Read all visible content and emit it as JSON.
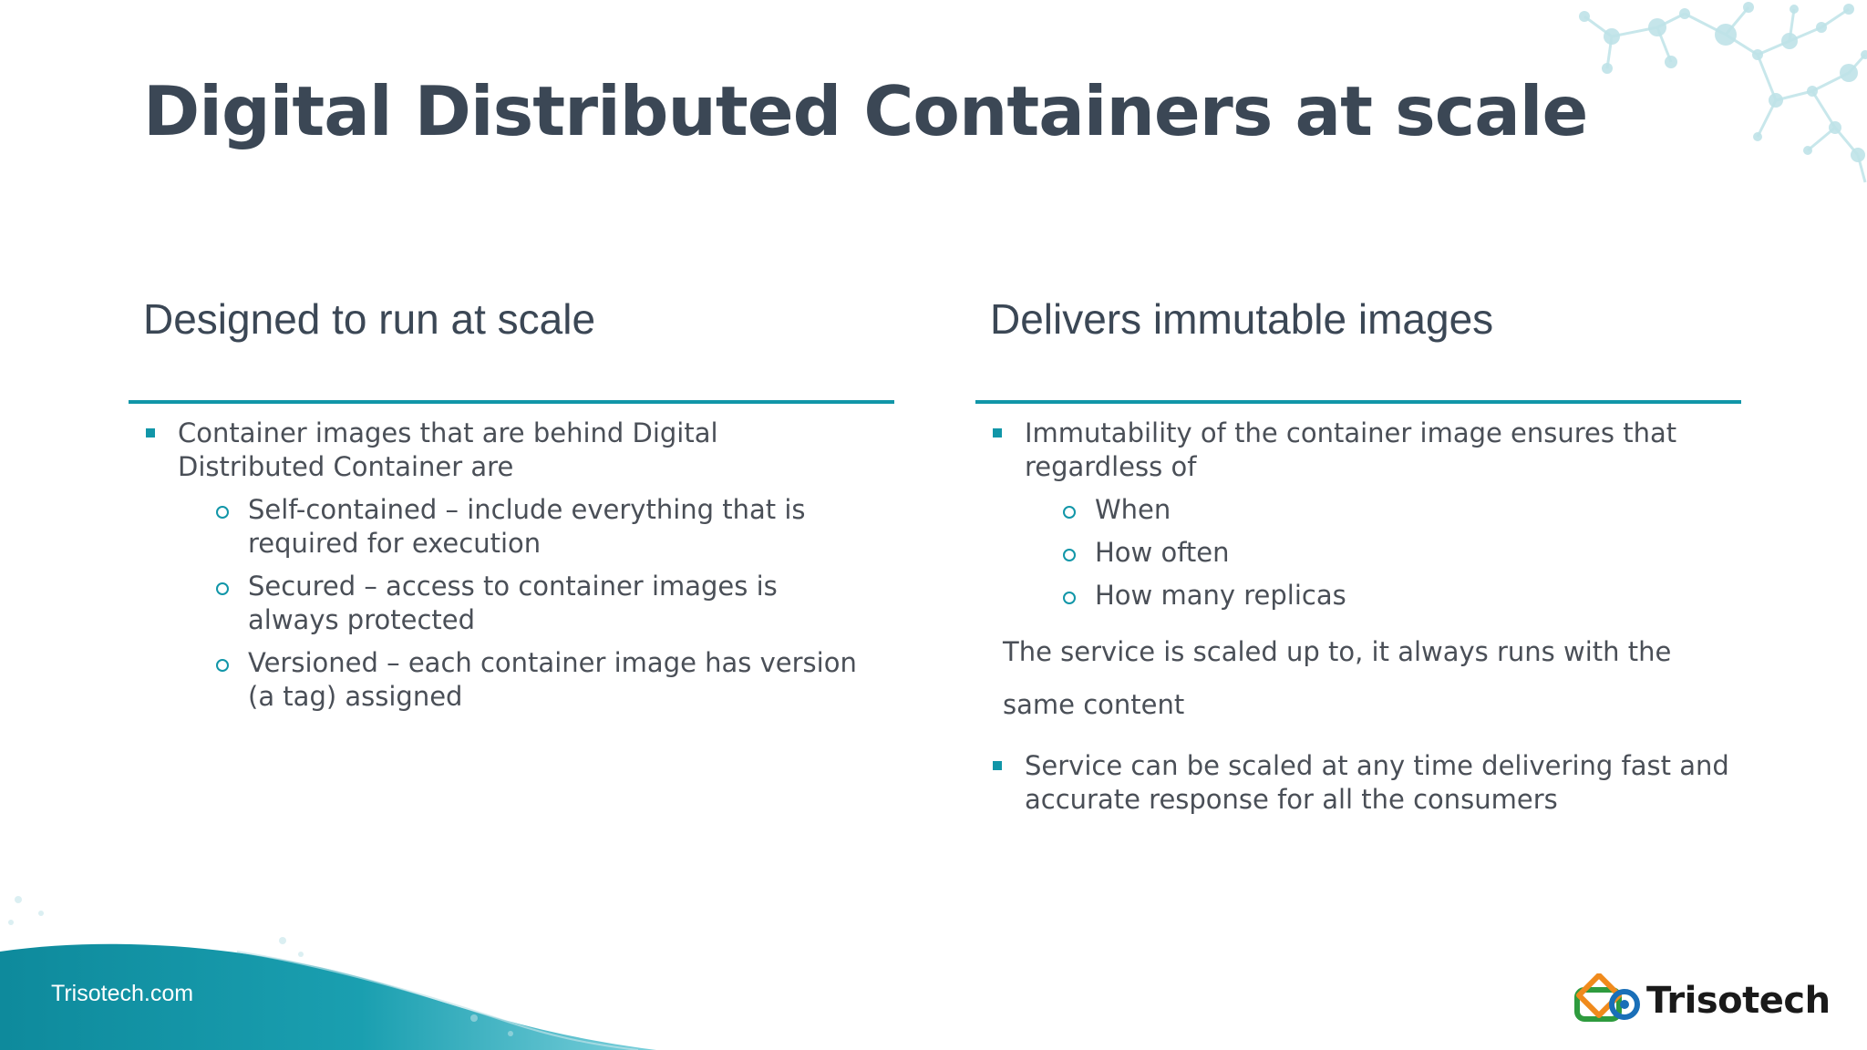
{
  "slide": {
    "title": "Digital Distributed Containers at scale",
    "footer_link": "Trisotech.com",
    "logo_text": "Trisotech",
    "accent_color": "#1196a8",
    "title_color": "#3b4755"
  },
  "left_column": {
    "heading": "Designed to run at scale",
    "bullets": [
      {
        "text": "Container images that are behind Digital Distributed Container are",
        "subitems": [
          "Self-contained – include everything that is required for execution",
          "Secured – access to container images is always protected",
          "Versioned – each container image has version (a tag) assigned"
        ]
      }
    ]
  },
  "right_column": {
    "heading": "Delivers immutable images",
    "bullets": [
      {
        "text": "Immutability of the container image ensures that regardless of",
        "subitems": [
          "When",
          "How often",
          "How many replicas"
        ]
      },
      {
        "text": "Service can be scaled at any time delivering fast and accurate response for all the consumers"
      }
    ],
    "paragraph": "The service is scaled up to, it always runs with the same content"
  },
  "icons": {
    "bullet_square": "square-bullet-icon",
    "bullet_circle": "circle-bullet-icon",
    "logo_mark": "trisotech-logo-icon"
  }
}
